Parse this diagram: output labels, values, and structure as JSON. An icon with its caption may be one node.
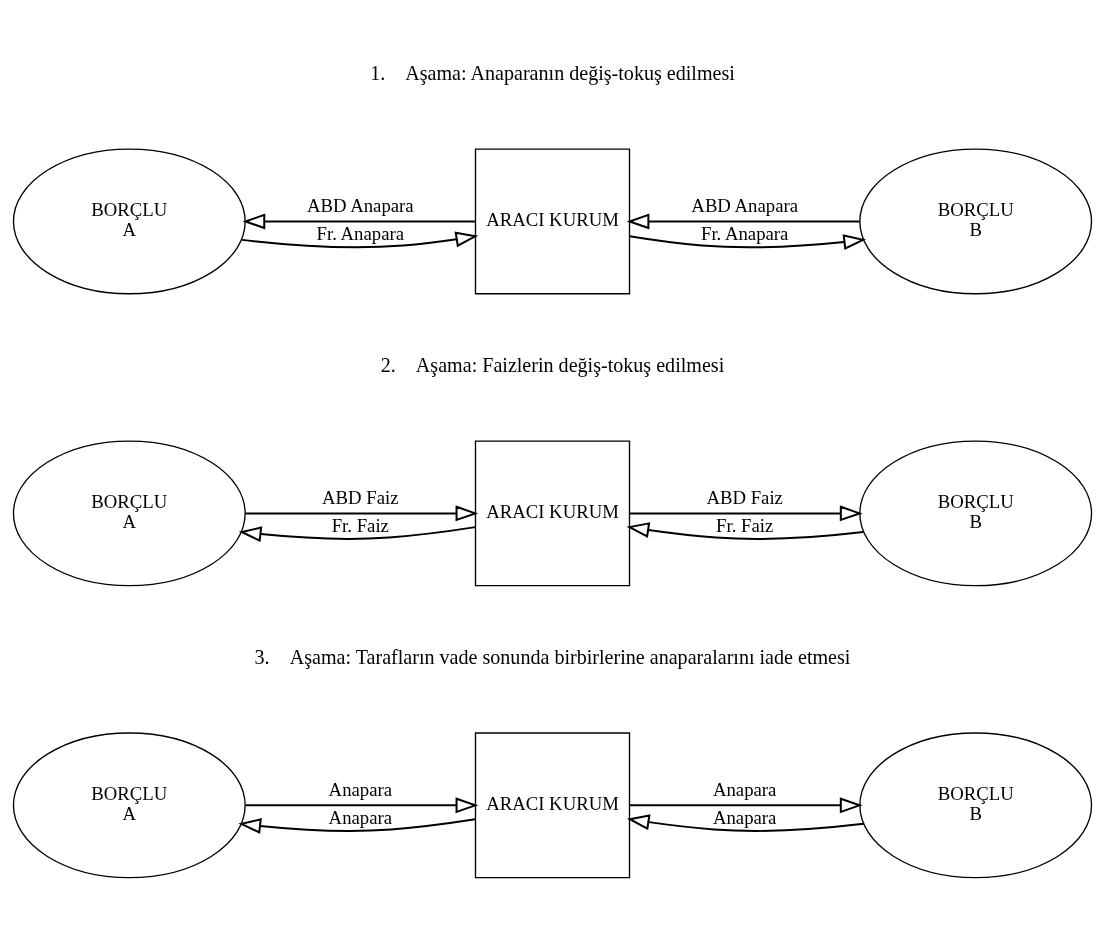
{
  "diagram": {
    "nodes": [
      {
        "text": [
          "BORÇLU",
          "A"
        ]
      },
      {
        "text": [
          "ARACI KURUM"
        ]
      },
      {
        "text": [
          "BORÇLU",
          "B"
        ]
      },
      {
        "text": [
          "BORÇLU",
          "A"
        ]
      },
      {
        "text": [
          "ARACI KURUM"
        ]
      },
      {
        "text": [
          "BORÇLU",
          "B"
        ]
      },
      {
        "text": [
          "BORÇLU",
          "A"
        ]
      },
      {
        "text": [
          "ARACI KURUM"
        ]
      },
      {
        "text": [
          "BORÇLU",
          "B"
        ]
      }
    ],
    "edges": [
      {
        "from": 0,
        "to": 1,
        "arrow": "to",
        "label": "Fr. Anapara"
      },
      {
        "from": 1,
        "to": 0,
        "arrow": "to",
        "label": "ABD Anapara"
      },
      {
        "from": 1,
        "to": 2,
        "arrow": "to",
        "label": "Fr. Anapara"
      },
      {
        "from": 2,
        "to": 1,
        "arrow": "to",
        "label": "ABD Anapara"
      },
      {
        "from": 3,
        "to": 4,
        "arrow": "to",
        "label": "ABD Faiz"
      },
      {
        "from": 4,
        "to": 3,
        "arrow": "to",
        "label": "Fr. Faiz"
      },
      {
        "from": 4,
        "to": 5,
        "arrow": "to",
        "label": "ABD Faiz"
      },
      {
        "from": 5,
        "to": 4,
        "arrow": "to",
        "label": "Fr. Faiz"
      },
      {
        "from": 6,
        "to": 7,
        "arrow": "to",
        "label": "Anapara"
      },
      {
        "from": 7,
        "to": 6,
        "arrow": "to",
        "label": "Anapara"
      },
      {
        "from": 7,
        "to": 8,
        "arrow": "to",
        "label": "Anapara"
      },
      {
        "from": 8,
        "to": 7,
        "arrow": "to",
        "label": "Anapara"
      }
    ],
    "labels": [
      "1.    Aşama: Anaparanın değiş-tokuş edilmesi",
      "2.    Aşama: Faizlerin değiş-tokuş edilmesi",
      "3.    Aşama: Tarafların vade sonunda birbirlerine anaparalarını iade etmesi"
    ]
  }
}
